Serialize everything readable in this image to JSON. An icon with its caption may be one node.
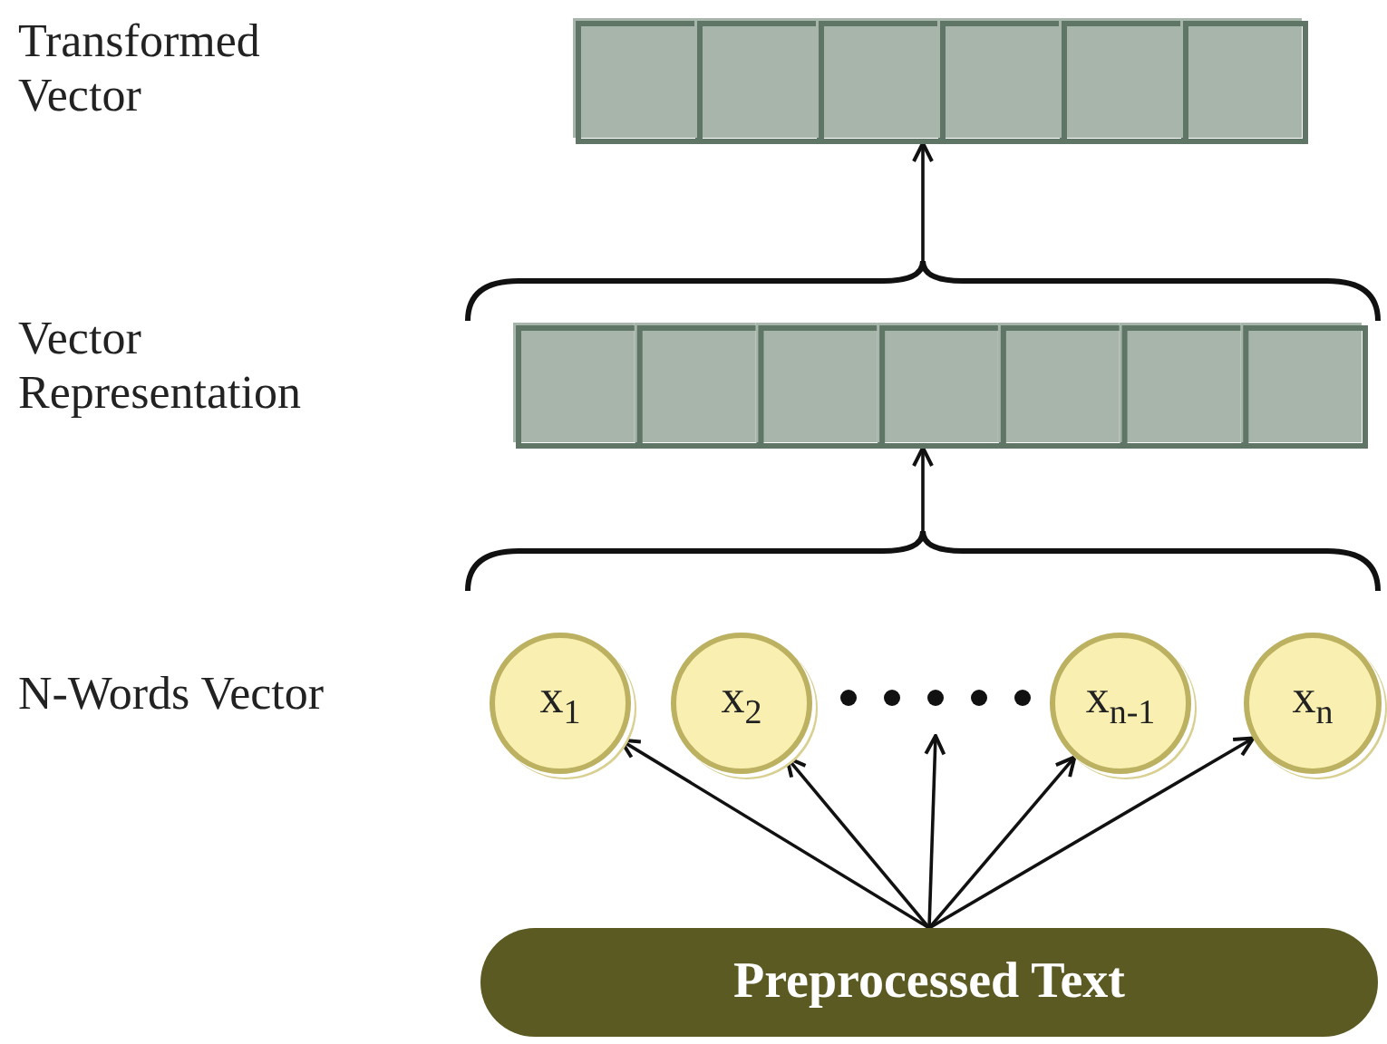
{
  "diagram": {
    "nodes": [
      {
        "text": [],
        "shape": "bar"
      },
      {
        "text": [],
        "shape": "brace"
      },
      {
        "text": [],
        "shape": "bar"
      },
      {
        "text": [],
        "shape": "brace"
      },
      {
        "text": [
          "x$_{1}$"
        ]
      },
      {
        "text": [
          "x$_{2}$"
        ]
      },
      {
        "text": [],
        "shape": "dots"
      },
      {
        "text": [
          "x$_{n-1}$"
        ]
      },
      {
        "text": [
          "x$_{n}$"
        ]
      },
      {
        "text": [
          "Preprocessed Text"
        ]
      }
    ],
    "edges": [
      {
        "from": 1,
        "to": 0,
        "arrow": "to"
      },
      {
        "from": 3,
        "to": 2,
        "arrow": "to"
      },
      {
        "from": 9,
        "to": 4,
        "arrow": "to"
      },
      {
        "from": 9,
        "to": 5,
        "arrow": "to"
      },
      {
        "from": 9,
        "to": 6,
        "arrow": "to"
      },
      {
        "from": 9,
        "to": 7,
        "arrow": "to"
      },
      {
        "from": 9,
        "to": 8,
        "arrow": "to"
      }
    ],
    "labels": [
      "Transformed Vector",
      "Vector Representation",
      "N-Words Vector"
    ]
  }
}
